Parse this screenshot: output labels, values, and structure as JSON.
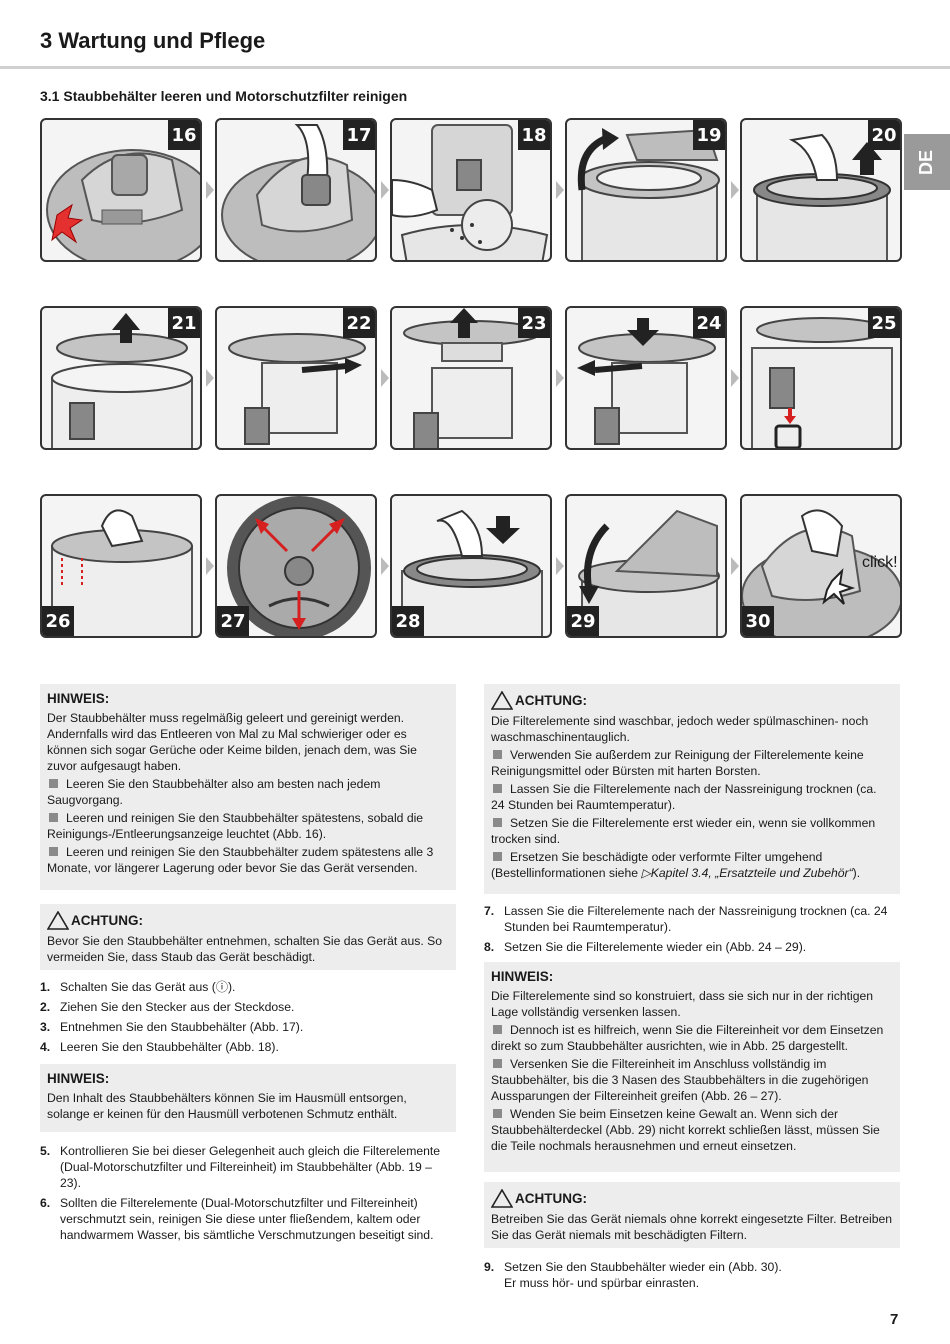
{
  "header": {
    "chapter": "3  Wartung und Pflege",
    "section": "3.1    Staubbehälter leeren und Motorschutzfilter reinigen",
    "lang_tab": "DE"
  },
  "figures": [
    "16",
    "17",
    "18",
    "19",
    "20",
    "21",
    "22",
    "23",
    "24",
    "25",
    "26",
    "27",
    "28",
    "29",
    "30"
  ],
  "fig_click_label": "click!",
  "left": {
    "hinweis1": {
      "title": "HINWEIS:",
      "text": "Der Staubbehälter muss regelmäßig geleert und gereinigt werden. Andernfalls wird das Entleeren von Mal zu Mal schwieriger oder es können sich sogar Gerüche oder Keime bilden, jenach dem, was Sie zuvor aufgesaugt haben.",
      "bullets": [
        "Leeren Sie den Staubbehälter also am besten nach jedem Saugvorgang.",
        "Leeren und reinigen Sie den Staubbehälter spätestens, sobald die Reinigungs-/Entleerungsanzeige leuchtet (Abb. 16).",
        "Leeren und reinigen Sie den Staubbehälter zudem spätestens alle 3 Monate, vor längerer Lagerung oder bevor Sie das Gerät versenden."
      ]
    },
    "achtung1": {
      "title": "ACHTUNG:",
      "text": "Bevor Sie den Staubbehälter entnehmen, schalten Sie das Gerät aus. So vermeiden Sie, dass Staub das Gerät beschädigt."
    },
    "steps1": [
      {
        "n": "1.",
        "text": "Schalten Sie das Gerät aus (ⓘ)."
      },
      {
        "n": "2.",
        "text": "Ziehen Sie den Stecker aus der Steckdose."
      },
      {
        "n": "3.",
        "text": "Entnehmen Sie den Staubbehälter (Abb. 17)."
      },
      {
        "n": "4.",
        "text": "Leeren Sie den Staubbehälter (Abb. 18)."
      }
    ],
    "hinweis2": {
      "title": "HINWEIS:",
      "text": "Den Inhalt des Staubbehälters können Sie im Hausmüll entsorgen, solange er keinen für den Hausmüll verbotenen Schmutz enthält."
    },
    "steps2": [
      {
        "n": "5.",
        "text": "Kontrollieren Sie bei dieser Gelegenheit auch gleich die Filterelemente (Dual-Motorschutzfilter und Filtereinheit) im Staubbehälter (Abb. 19 – 23)."
      },
      {
        "n": "6.",
        "text": "Sollten die Filterelemente (Dual-Motorschutzfilter und Filtereinheit) verschmutzt sein, reinigen Sie diese unter fließendem, kaltem oder handwarmem Wasser, bis sämtliche Verschmutzungen beseitigt sind."
      }
    ]
  },
  "right": {
    "achtung2": {
      "title": "ACHTUNG:",
      "text": "Die Filterelemente sind waschbar, jedoch weder spülmaschinen- noch waschmaschinentauglich.",
      "bullets": [
        "Verwenden Sie außerdem zur Reinigung der Filterelemente keine Reinigungsmittel oder Bürsten mit harten Borsten.",
        "Lassen Sie die Filterelemente nach der Nassreinigung trocknen (ca. 24 Stunden bei Raumtemperatur).",
        "Setzen Sie die Filterelemente erst wieder ein, wenn sie vollkommen trocken sind."
      ],
      "last_bullet_pre": "Ersetzen Sie beschädigte oder verformte Filter umgehend (Bestellinformationen siehe ",
      "last_bullet_ref": "▷Kapitel 3.4, „Ersatzteile und Zubehör“",
      "last_bullet_post": ")."
    },
    "steps3": [
      {
        "n": "7.",
        "text": "Lassen Sie die Filterelemente nach der Nassreinigung trocknen (ca. 24 Stunden bei Raumtemperatur)."
      },
      {
        "n": "8.",
        "text": "Setzen Sie die Filterelemente wieder ein (Abb. 24 – 29)."
      }
    ],
    "hinweis3": {
      "title": "HINWEIS:",
      "text": "Die Filterelemente sind so konstruiert, dass sie sich nur in der richtigen Lage vollständig versenken lassen.",
      "bullets": [
        "Dennoch ist es hilfreich, wenn Sie die Filtereinheit vor dem Einsetzen direkt so zum Staubbehälter ausrichten, wie in Abb. 25 dargestellt.",
        "Versenken Sie die Filtereinheit im Anschluss vollständig im Staubbehälter, bis die 3 Nasen des Staubbehälters in die zugehörigen Aussparungen der Filtereinheit greifen (Abb. 26 – 27).",
        "Wenden Sie beim Einsetzen keine Gewalt an. Wenn sich der Staubbehälterdeckel (Abb. 29) nicht korrekt schließen lässt, müssen Sie die Teile nochmals herausnehmen und erneut einsetzen."
      ]
    },
    "achtung3": {
      "title": "ACHTUNG:",
      "text": "Betreiben Sie das Gerät niemals ohne korrekt eingesetzte Filter. Betreiben Sie das Gerät niemals mit beschädigten Filtern."
    },
    "steps4": [
      {
        "n": "9.",
        "text": "Setzen Sie den Staubbehälter wieder ein (Abb. 30).",
        "text2": "Er muss hör- und spürbar einrasten."
      }
    ]
  },
  "page_number": "7"
}
